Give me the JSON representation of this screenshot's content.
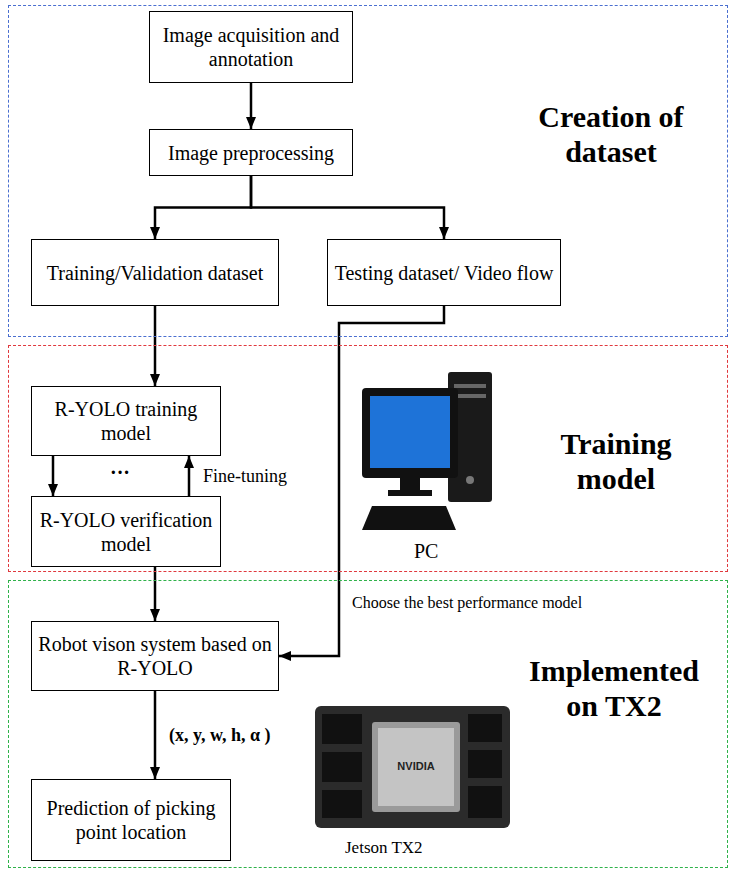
{
  "diagram": {
    "nodes": [
      {
        "text": [
          "Creation of dataset"
        ]
      },
      {
        "text": [
          "Image acquisition and annotation"
        ],
        "in": 0
      },
      {
        "text": [
          "Image preprocessing"
        ],
        "in": 0
      },
      {
        "text": [
          "Training/Validation dataset"
        ],
        "in": 0
      },
      {
        "text": [
          "Testing dataset/ Video flow"
        ],
        "in": 0
      },
      {
        "text": [
          "Training model"
        ]
      },
      {
        "text": [
          "R-YOLO training model"
        ],
        "in": 5
      },
      {
        "text": [
          "R-YOLO verification model"
        ],
        "in": 5
      },
      {
        "text": [
          "Implemented on TX2"
        ]
      },
      {
        "text": [
          "Robot vison system based on R-YOLO"
        ],
        "in": 8
      },
      {
        "text": [
          "Prediction of picking point location"
        ],
        "in": 8
      }
    ],
    "edges": [
      {
        "from": 1,
        "to": 2,
        "arrow": "to"
      },
      {
        "from": 2,
        "to": 3,
        "arrow": "to"
      },
      {
        "from": 2,
        "to": 4,
        "arrow": "to"
      },
      {
        "from": 3,
        "to": 6,
        "arrow": "to"
      },
      {
        "from": 6,
        "to": 7,
        "arrow": "to"
      },
      {
        "from": 7,
        "to": 6,
        "label": "Fine-tuning",
        "arrow": "to"
      },
      {
        "from": 7,
        "to": 9,
        "arrow": "to"
      },
      {
        "from": 4,
        "to": 9,
        "arrow": "to"
      },
      {
        "from": 9,
        "to": 10,
        "label": "(x, y, w, h, α )",
        "arrow": "to"
      }
    ],
    "labels": [
      "···",
      "PC",
      "Choose the best performance model",
      "NVIDIA",
      "Jetson TX2"
    ]
  }
}
